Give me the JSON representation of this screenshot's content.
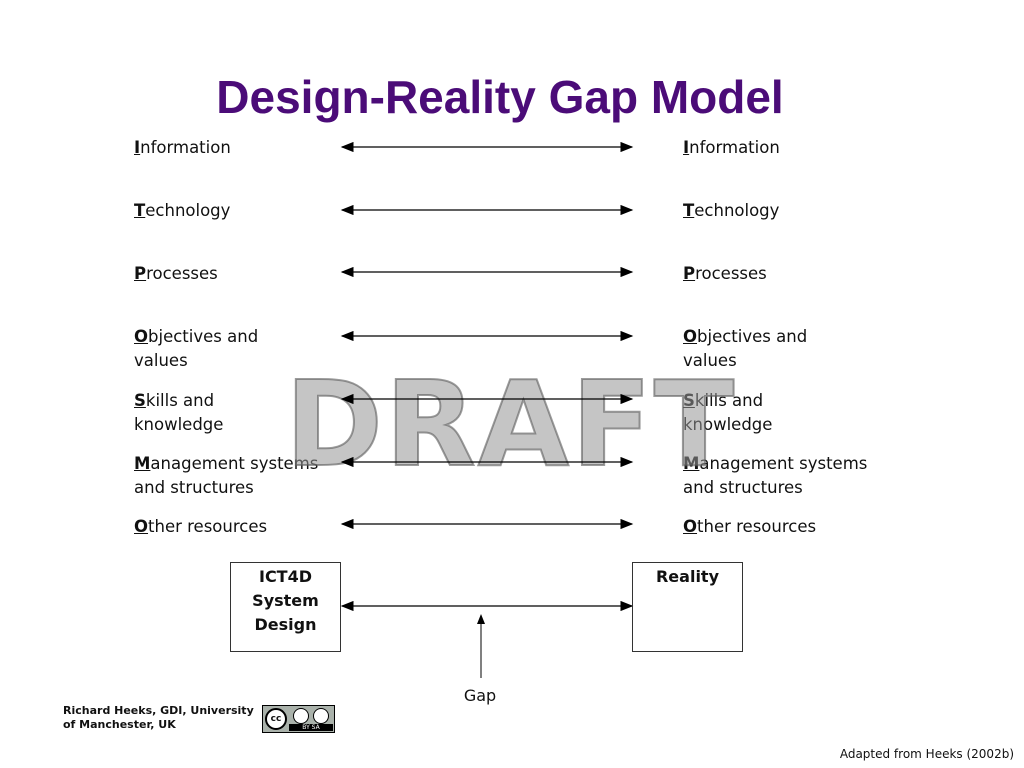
{
  "title": "Design-Reality Gap Model",
  "dimensions": [
    {
      "first": "I",
      "rest": "nformation"
    },
    {
      "first": "T",
      "rest": "echnology"
    },
    {
      "first": "P",
      "rest": "rocesses"
    },
    {
      "first": "O",
      "rest": "bjectives and values"
    },
    {
      "first": "S",
      "rest": "kills and knowledge"
    },
    {
      "first": "M",
      "rest": "anagement systems and structures"
    },
    {
      "first": "O",
      "rest": "ther resources"
    }
  ],
  "boxes": {
    "design": "ICT4D System Design",
    "reality": "Reality"
  },
  "gap_label": "Gap",
  "watermark": "DRAFT",
  "credit": "Richard Heeks, GDI, University of Manchester, UK",
  "license_badge": {
    "icon": "creative-commons-by-sa-icon",
    "text": "BY  SA"
  },
  "footnote": "Adapted from Heeks (2002b)",
  "colors": {
    "title": "#4b0c78"
  }
}
